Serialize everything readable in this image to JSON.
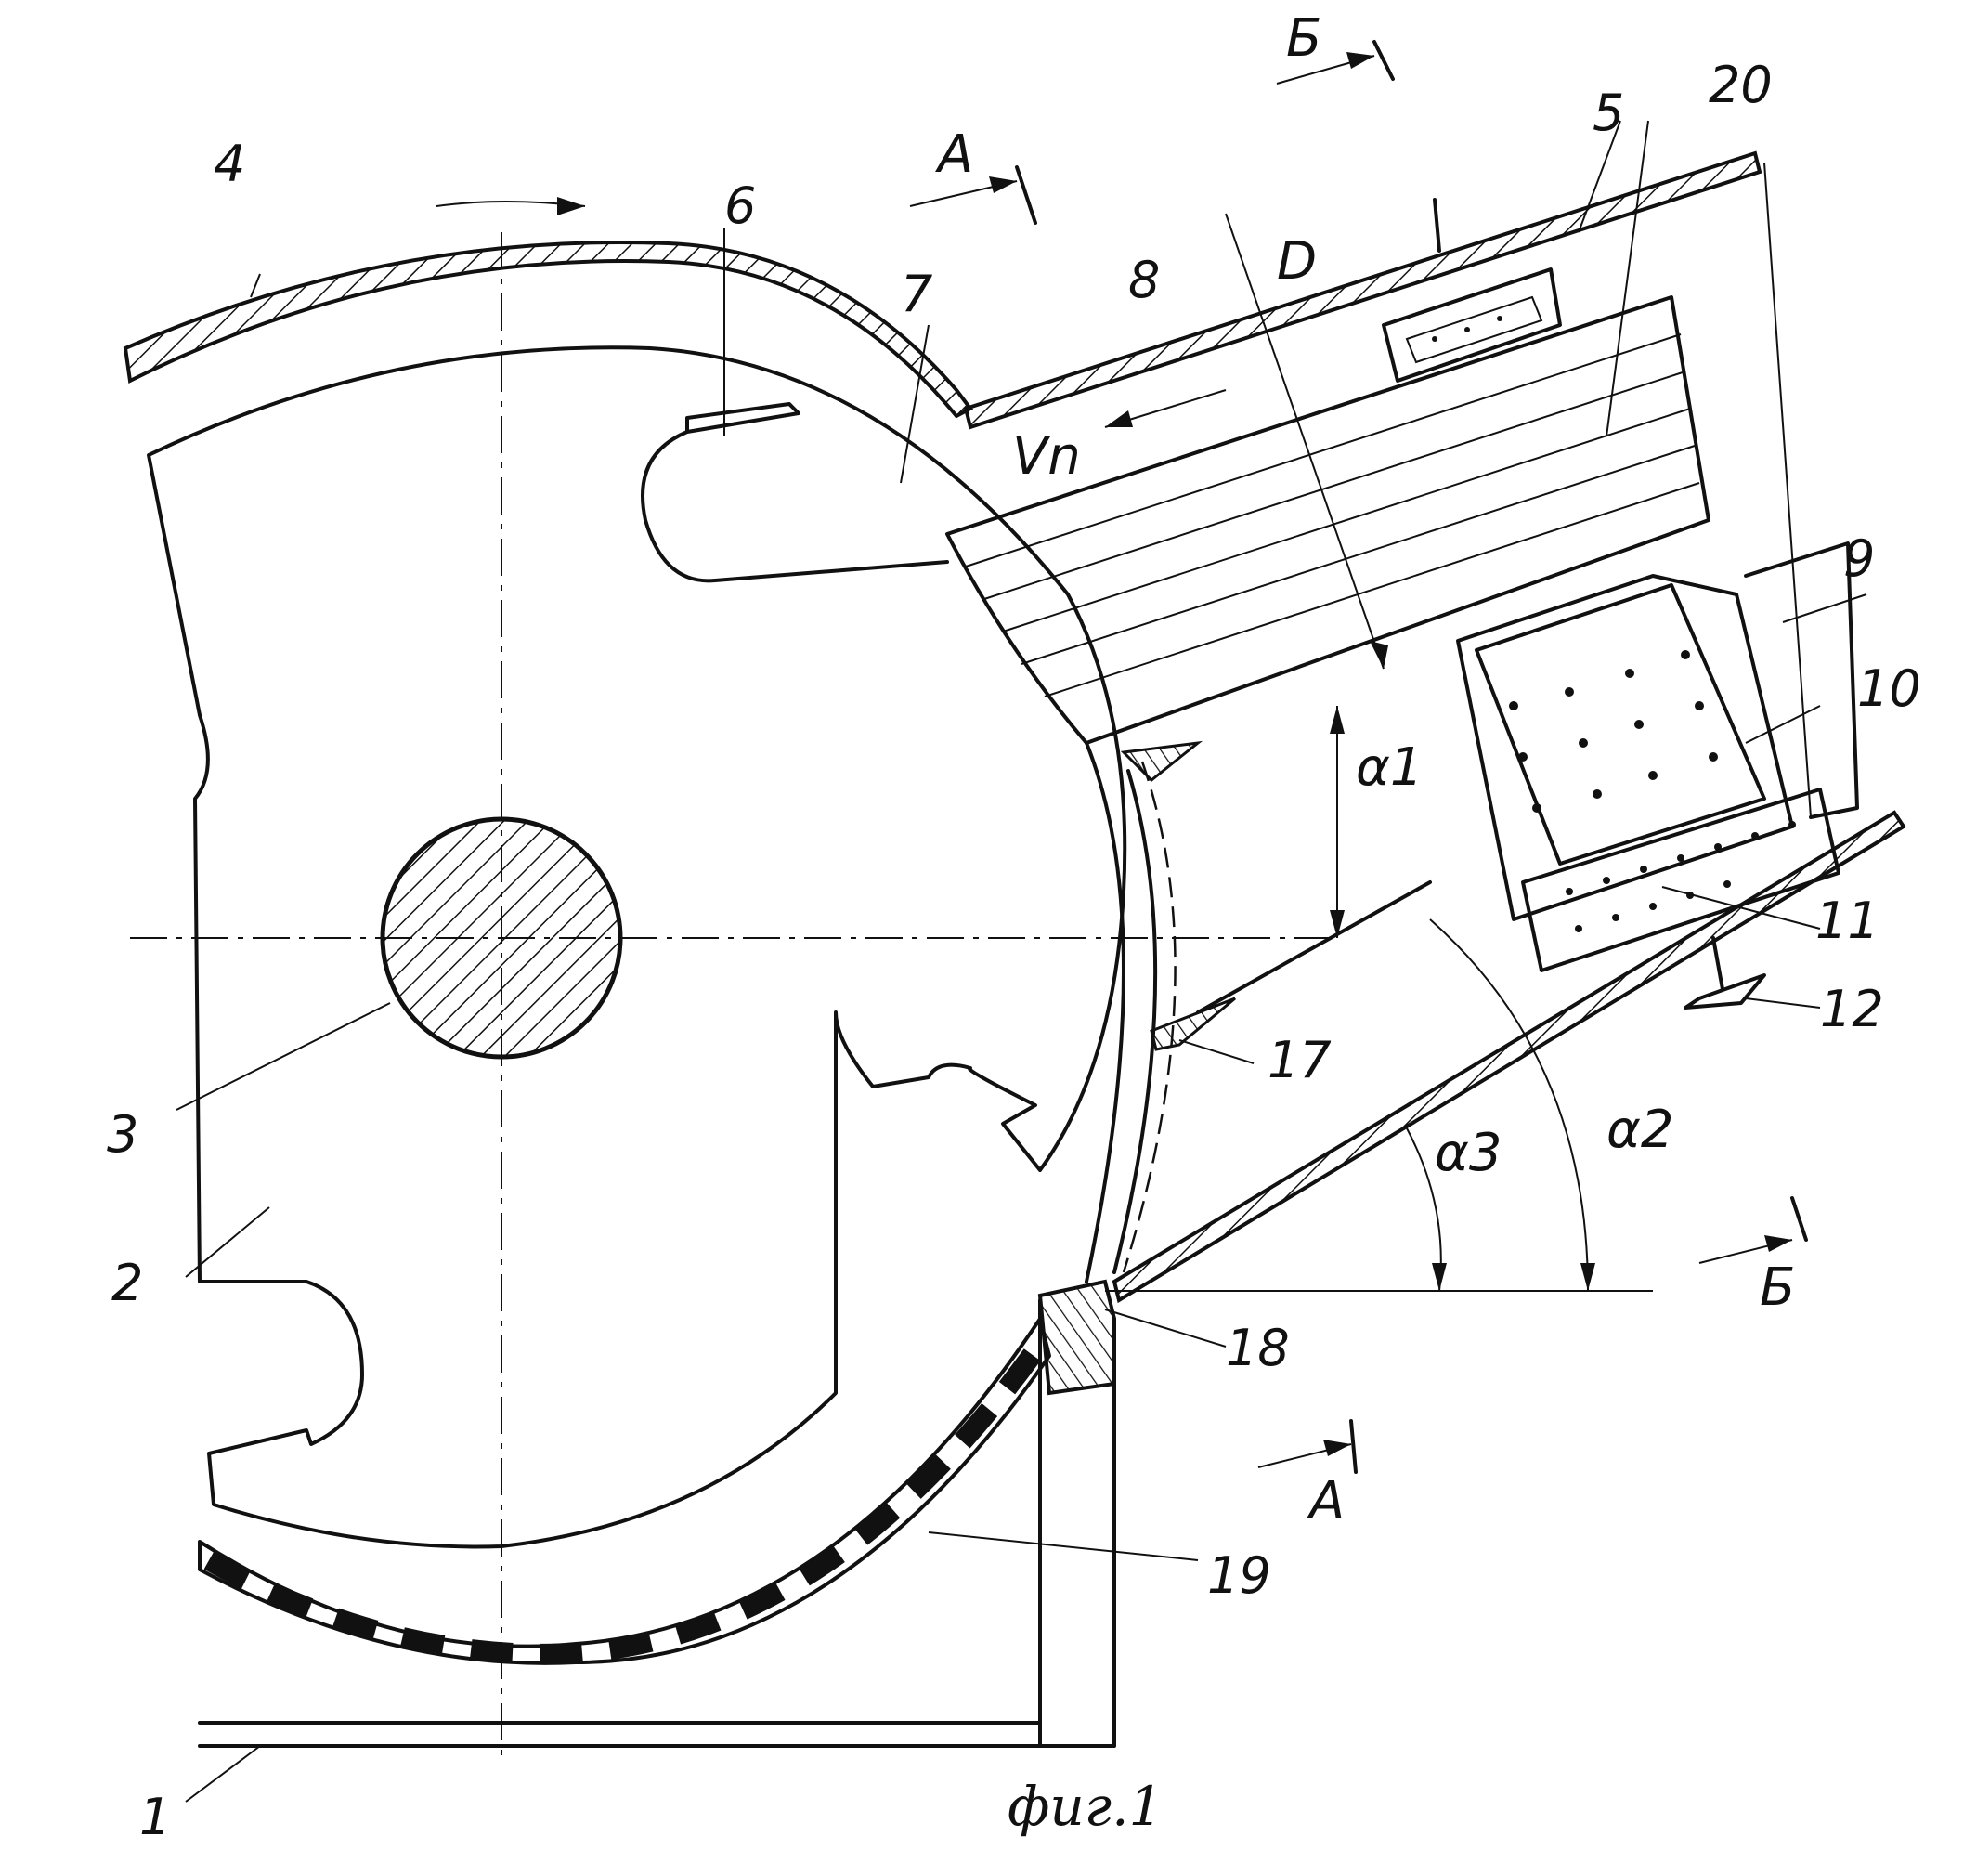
{
  "caption": "фиг.1",
  "labels": {
    "l1": "1",
    "l2": "2",
    "l3": "3",
    "l4": "4",
    "l5": "5",
    "l6": "6",
    "l7": "7",
    "l8": "8",
    "l9": "9",
    "l10": "10",
    "l11": "11",
    "l12": "12",
    "l17": "17",
    "l18": "18",
    "l19": "19",
    "l20": "20"
  },
  "symbols": {
    "section_a": "A",
    "section_b": "Б",
    "diameter": "D",
    "velocity": "Vn",
    "alpha1": "α1",
    "alpha2": "α2",
    "alpha3": "α3"
  }
}
